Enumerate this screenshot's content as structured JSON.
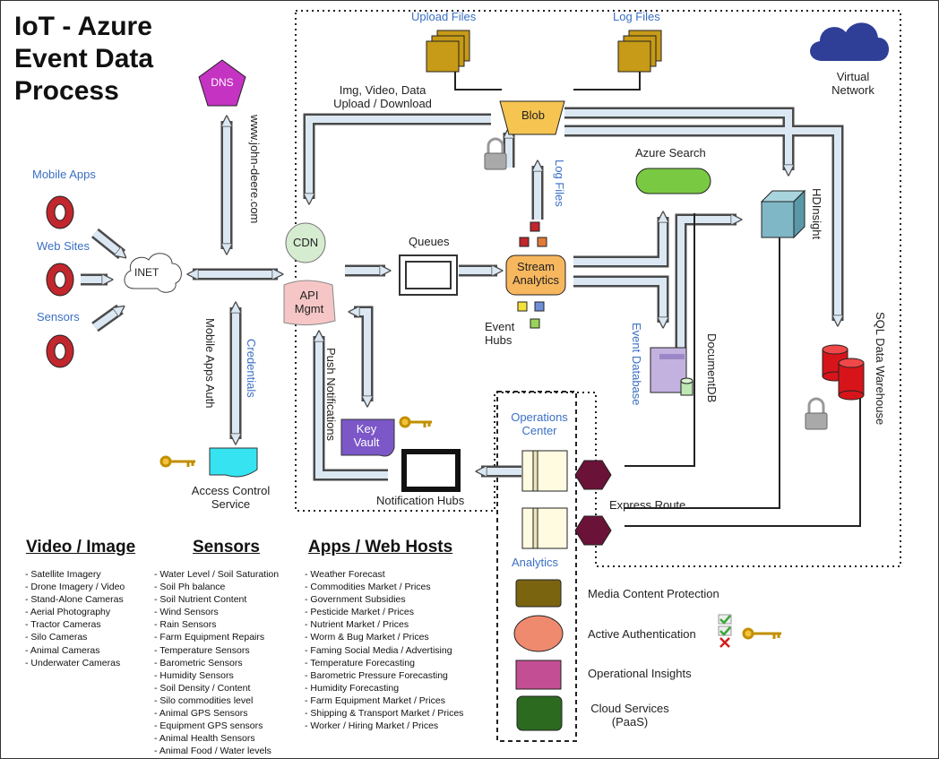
{
  "title": [
    "IoT - Azure",
    "Event Data",
    "Process"
  ],
  "labels": {
    "upload_files": "Upload Files",
    "log_files_top": "Log Files",
    "virtual_network": [
      "Virtual",
      "Network"
    ],
    "dns": "DNS",
    "dns_url": "www.john-deere.com",
    "img_video": [
      "Img, Video, Data",
      "Upload / Download"
    ],
    "blob": "Blob",
    "log_files_vert": "Log Files",
    "azure_search": "Azure Search",
    "hdinsight": "HDInsight",
    "mobile_apps": "Mobile Apps",
    "web_sites": "Web Sites",
    "sensors": "Sensors",
    "inet": "INET",
    "cdn": "CDN",
    "api_mgmt": [
      "API",
      "Mgmt"
    ],
    "queues": "Queues",
    "stream_analytics": [
      "Stream",
      "Analytics"
    ],
    "event_hubs": [
      "Event",
      "Hubs"
    ],
    "event_database": "Event Database",
    "documentdb": "DocumentDB",
    "sql_dw": "SQL Data Warehouse",
    "mobile_apps_auth": "Mobile Apps Auth",
    "credentials": "Credentials",
    "push_notifications": "Push Notifications",
    "key_vault": [
      "Key",
      "Vault"
    ],
    "access_control": [
      "Access Control",
      "Service"
    ],
    "notification_hubs": "Notification Hubs",
    "operations_center": [
      "Operations",
      "Center"
    ],
    "analytics": "Analytics",
    "express_route": "Express Route"
  },
  "legend": [
    {
      "label": "Media Content Protection",
      "color": "#7a6410"
    },
    {
      "label": "Active Authentication",
      "color": "#ef8a6f"
    },
    {
      "label": "Operational Insights",
      "color": "#c44e93"
    },
    {
      "label": "Cloud Services\n(PaaS)",
      "color": "#2b6a1f"
    }
  ],
  "columns": [
    {
      "heading": "Video / Image",
      "items": [
        "- Satellite Imagery",
        "- Drone Imagery / Video",
        "- Stand-Alone Cameras",
        "- Aerial Photography",
        "- Tractor Cameras",
        "- Silo Cameras",
        "- Animal Cameras",
        "- Underwater Cameras"
      ]
    },
    {
      "heading": "Sensors",
      "items": [
        "- Water Level / Soil Saturation",
        "- Soil Ph balance",
        "- Soil Nutrient Content",
        "- Wind Sensors",
        "- Rain Sensors",
        "- Farm Equipment Repairs",
        "- Temperature Sensors",
        "- Barometric Sensors",
        "- Humidity Sensors",
        "- Soil Density / Content",
        "- Silo commodities level",
        "- Animal GPS Sensors",
        "- Equipment GPS sensors",
        "- Animal Health Sensors",
        "- Animal Food / Water levels"
      ]
    },
    {
      "heading": "Apps / Web Hosts",
      "items": [
        "- Weather Forecast",
        "- Commodities Market / Prices",
        "- Government Subsidies",
        "- Pesticide Market / Prices",
        "- Nutrient Market / Prices",
        "- Worm & Bug Market / Prices",
        "- Faming Social Media / Advertising",
        "- Temperature Forecasting",
        "- Barometric Pressure Forecasting",
        "- Humidity Forecasting",
        "- Farm Equipment Market / Prices",
        "- Shipping & Transport Market / Prices",
        "- Worker / Hiring Market / Prices"
      ]
    }
  ],
  "colors": {
    "arrow_fill": "#dbe8f3",
    "arrow_stroke": "#4a4a4a",
    "folder": "#c79a17",
    "cloud": "#2f3f97",
    "red_ring": "#c1272d",
    "blob": "#f6c451",
    "stream": "#f7b75e",
    "search": "#7ac943",
    "hdinsight": "#7fb7c6",
    "sql": "#d7141a",
    "docdb": "#c3b2e0",
    "cdn": "#d6ecd0",
    "api": "#f6c6c6",
    "key_vault": "#7b57c7",
    "acs": "#35e4f0",
    "hex": "#6b1238"
  }
}
